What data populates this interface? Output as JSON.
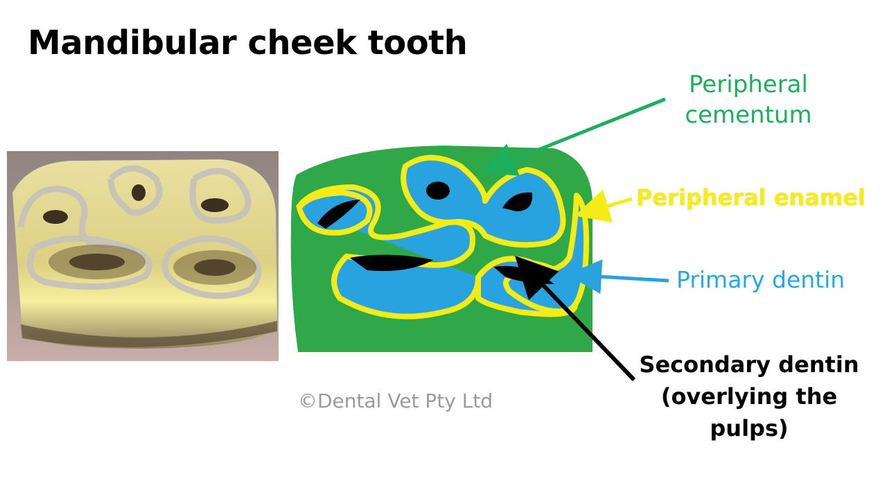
{
  "title": "Mandibular cheek tooth",
  "labels": {
    "peripheral_cementum_line1": "Peripheral",
    "peripheral_cementum_line2": "cementum",
    "peripheral_enamel": "Peripheral enamel",
    "primary_dentin": "Primary dentin",
    "secondary_dentin_line1": "Secondary dentin",
    "secondary_dentin_line2": "(overlying the",
    "secondary_dentin_line3": "pulps)"
  },
  "copyright": "©Dental Vet Pty Ltd",
  "colors": {
    "cementum": "#2fa84a",
    "enamel": "#f5ec17",
    "primary_dentin": "#29a3df",
    "secondary_dentin": "#000000",
    "cementum_label": "#1daf5b",
    "dentin_label": "#22a9e6"
  }
}
